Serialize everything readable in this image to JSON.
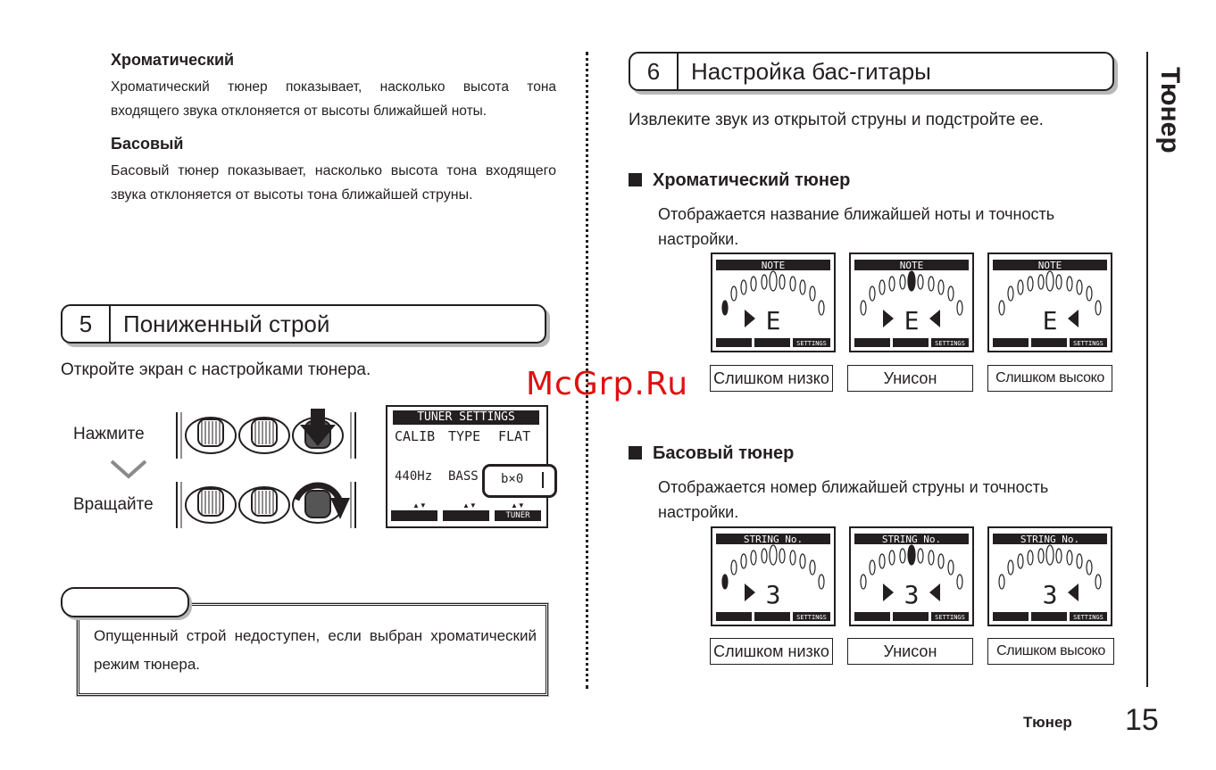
{
  "left": {
    "chromatic_title": "Хроматический",
    "chromatic_desc": "Хроматический тюнер показывает, насколько высота тона входящего звука отклоняется от высоты ближайшей ноты.",
    "bass_title": "Басовый",
    "bass_desc": "Басовый тюнер показывает, насколько высота тона входящего звука отклоняется от высоты тона ближайшей струны.",
    "section5": {
      "number": "5",
      "title": "Пониженный строй"
    },
    "instruction": "Откройте экран с настройками тюнера.",
    "press_label": "Нажмите",
    "rotate_label": "Вращайте",
    "settings_screen": {
      "title": "TUNER SETTINGS",
      "labels": [
        "CALIB",
        "TYPE",
        "FLAT"
      ],
      "values": [
        "440Hz",
        "BASS",
        "b×0"
      ],
      "footer": "TUNER"
    },
    "note": "Опущенный строй недоступен, если выбран хроматический режим тюнера."
  },
  "right": {
    "section6": {
      "number": "6",
      "title": "Настройка бас-гитары"
    },
    "intro": "Извлеките звук из открытой струны и подстройте ее.",
    "chromatic": {
      "title": "Хроматический тюнер",
      "desc": "Отображается название ближайшей ноты и точность настройки.",
      "screen_header": "NOTE",
      "value": "E",
      "screen_footer": "SETTINGS",
      "labels": [
        "Слишком низко",
        "Унисон",
        "Слишком высоко"
      ]
    },
    "bass": {
      "title": "Басовый тюнер",
      "desc": "Отображается номер ближайшей струны и точность настройки.",
      "screen_header": "STRING No.",
      "value": "3",
      "screen_footer": "SETTINGS",
      "labels": [
        "Слишком низко",
        "Унисон",
        "Слишком высоко"
      ]
    }
  },
  "side_title": "Тюнер",
  "footer": {
    "section": "Тюнер",
    "page": "15"
  },
  "watermark": "McGrp.Ru"
}
